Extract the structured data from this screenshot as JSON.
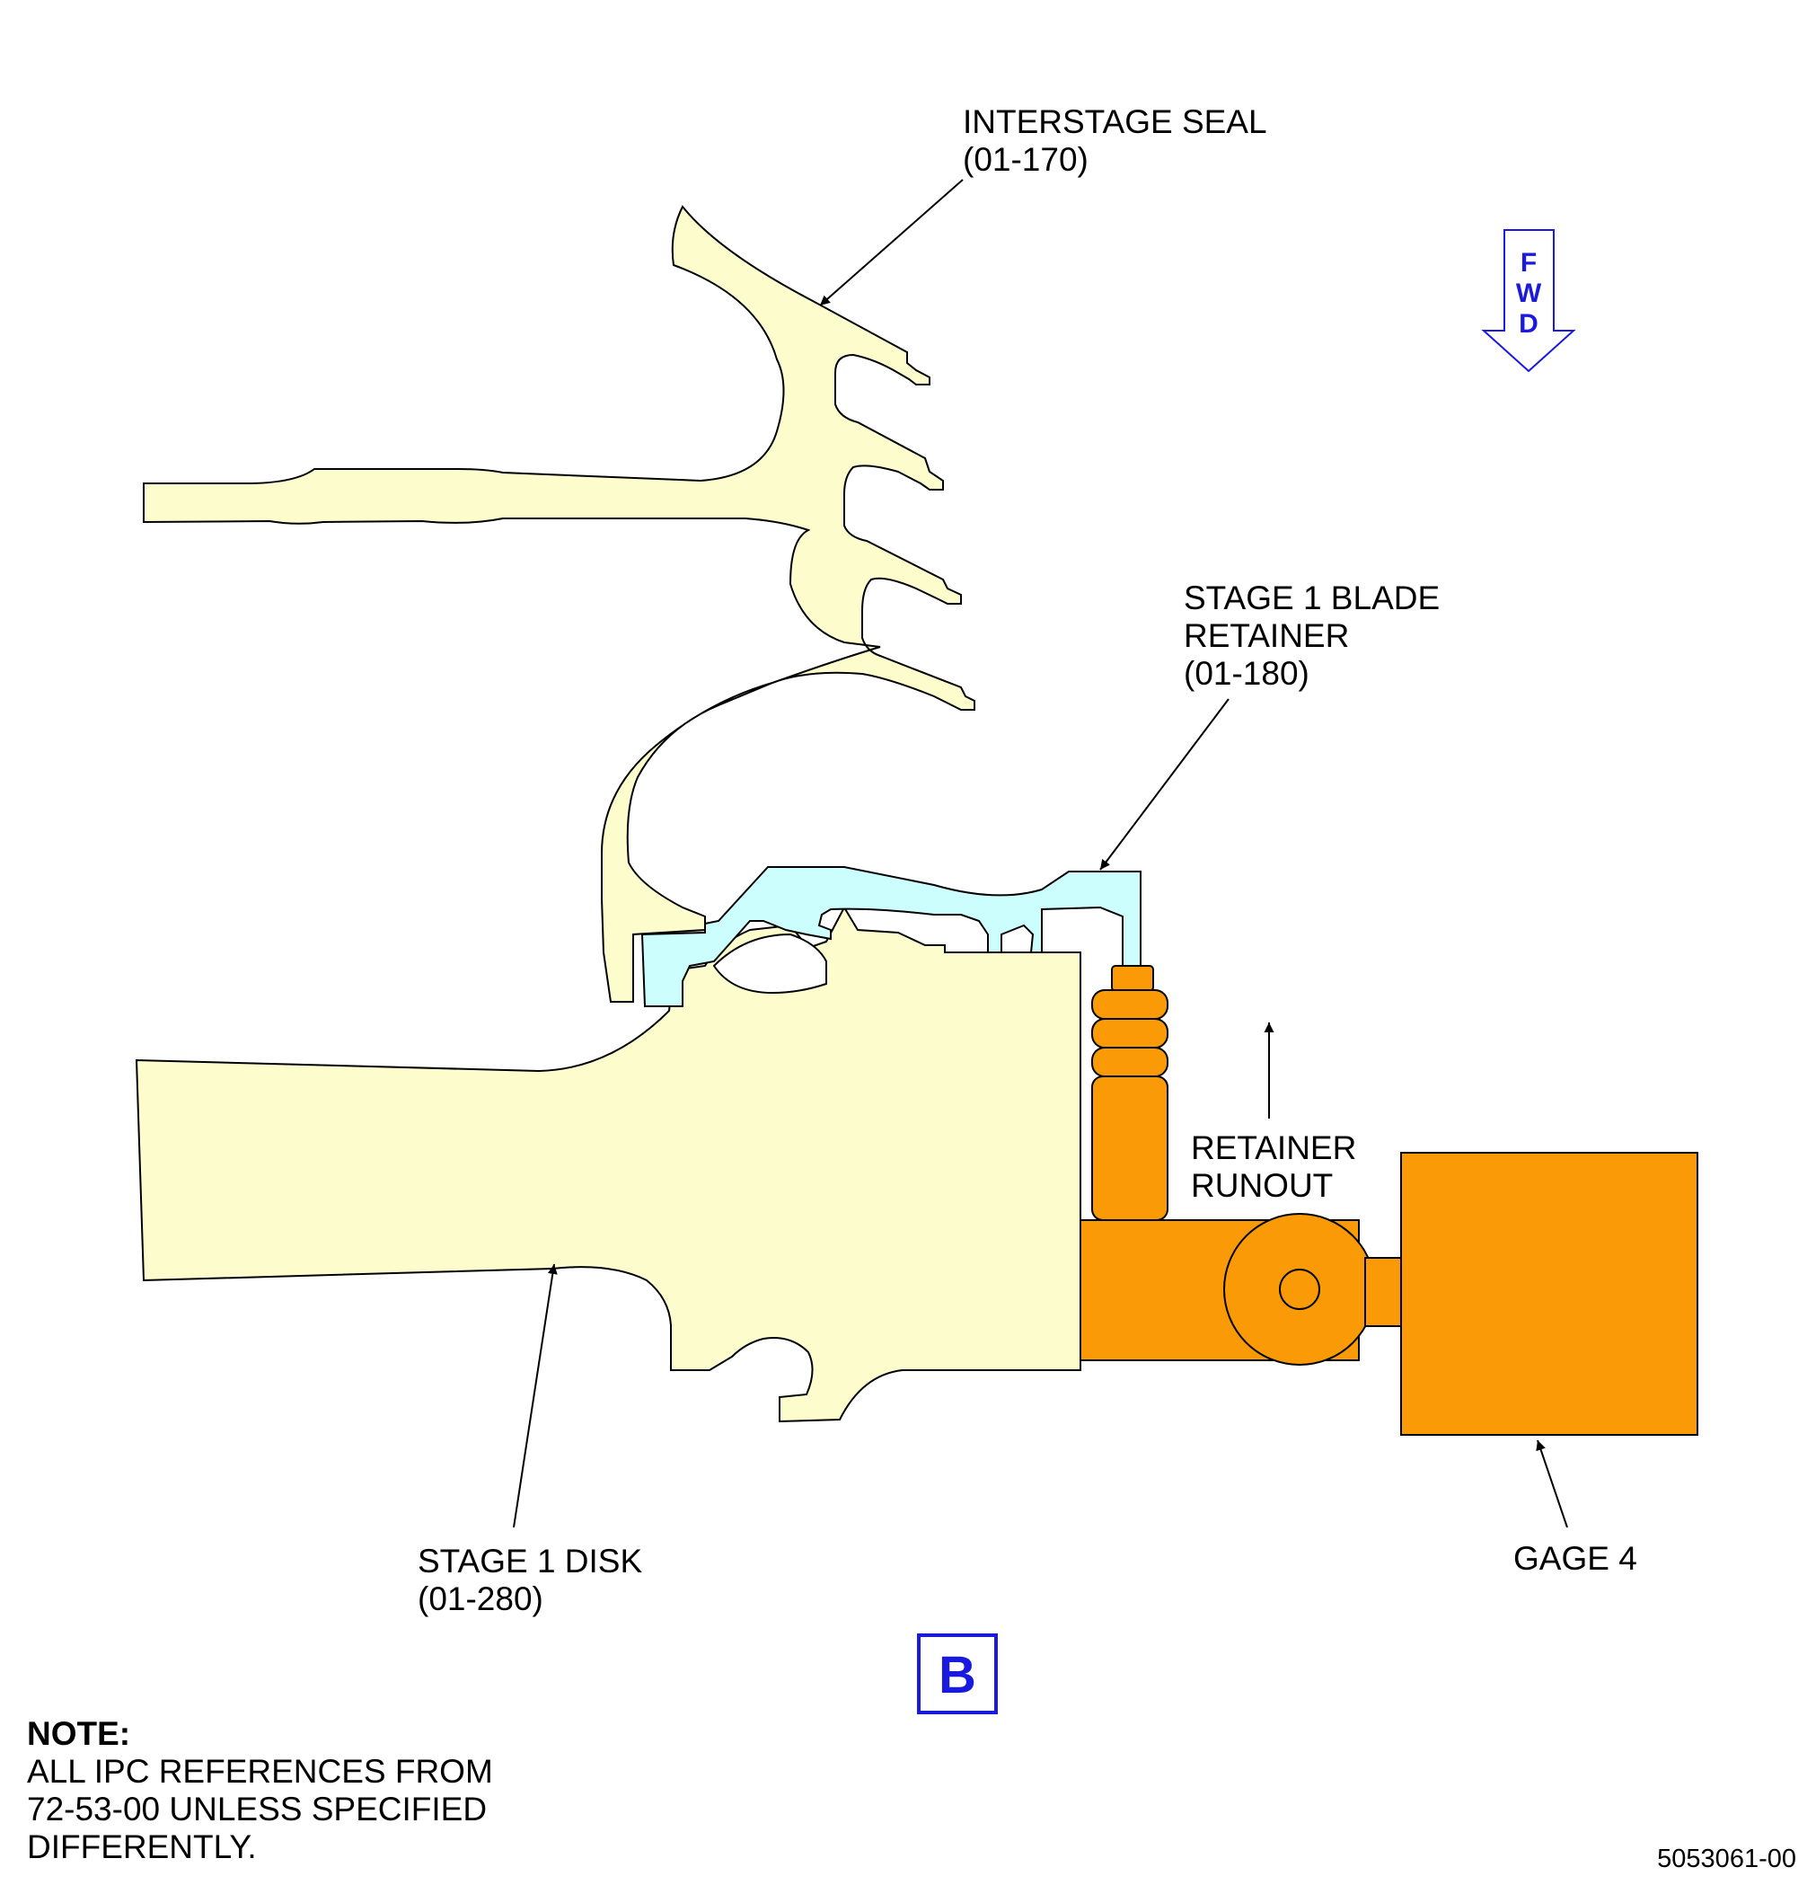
{
  "labels": {
    "interstage_seal": {
      "name": "INTERSTAGE SEAL",
      "ref": "(01-170)"
    },
    "blade_retainer": {
      "line1": "STAGE 1 BLADE",
      "line2": "RETAINER",
      "ref": "(01-180)"
    },
    "retainer_runout": {
      "line1": "RETAINER",
      "line2": "RUNOUT"
    },
    "stage1_disk": {
      "name": "STAGE 1 DISK",
      "ref": "(01-280)"
    },
    "gage": {
      "name": "GAGE 4"
    }
  },
  "fwd_arrow": {
    "l1": "F",
    "l2": "W",
    "l3": "D"
  },
  "view_label": "B",
  "note": {
    "heading": "NOTE:",
    "line1": "ALL IPC REFERENCES FROM",
    "line2": "72-53-00 UNLESS SPECIFIED",
    "line3": "DIFFERENTLY."
  },
  "figure_number": "5053061-00",
  "colors": {
    "seal_disk_fill": "#fdfccc",
    "retainer_fill": "#ccfefe",
    "gage_fill": "#f99a06",
    "callout_blue": "#1a1adf"
  }
}
